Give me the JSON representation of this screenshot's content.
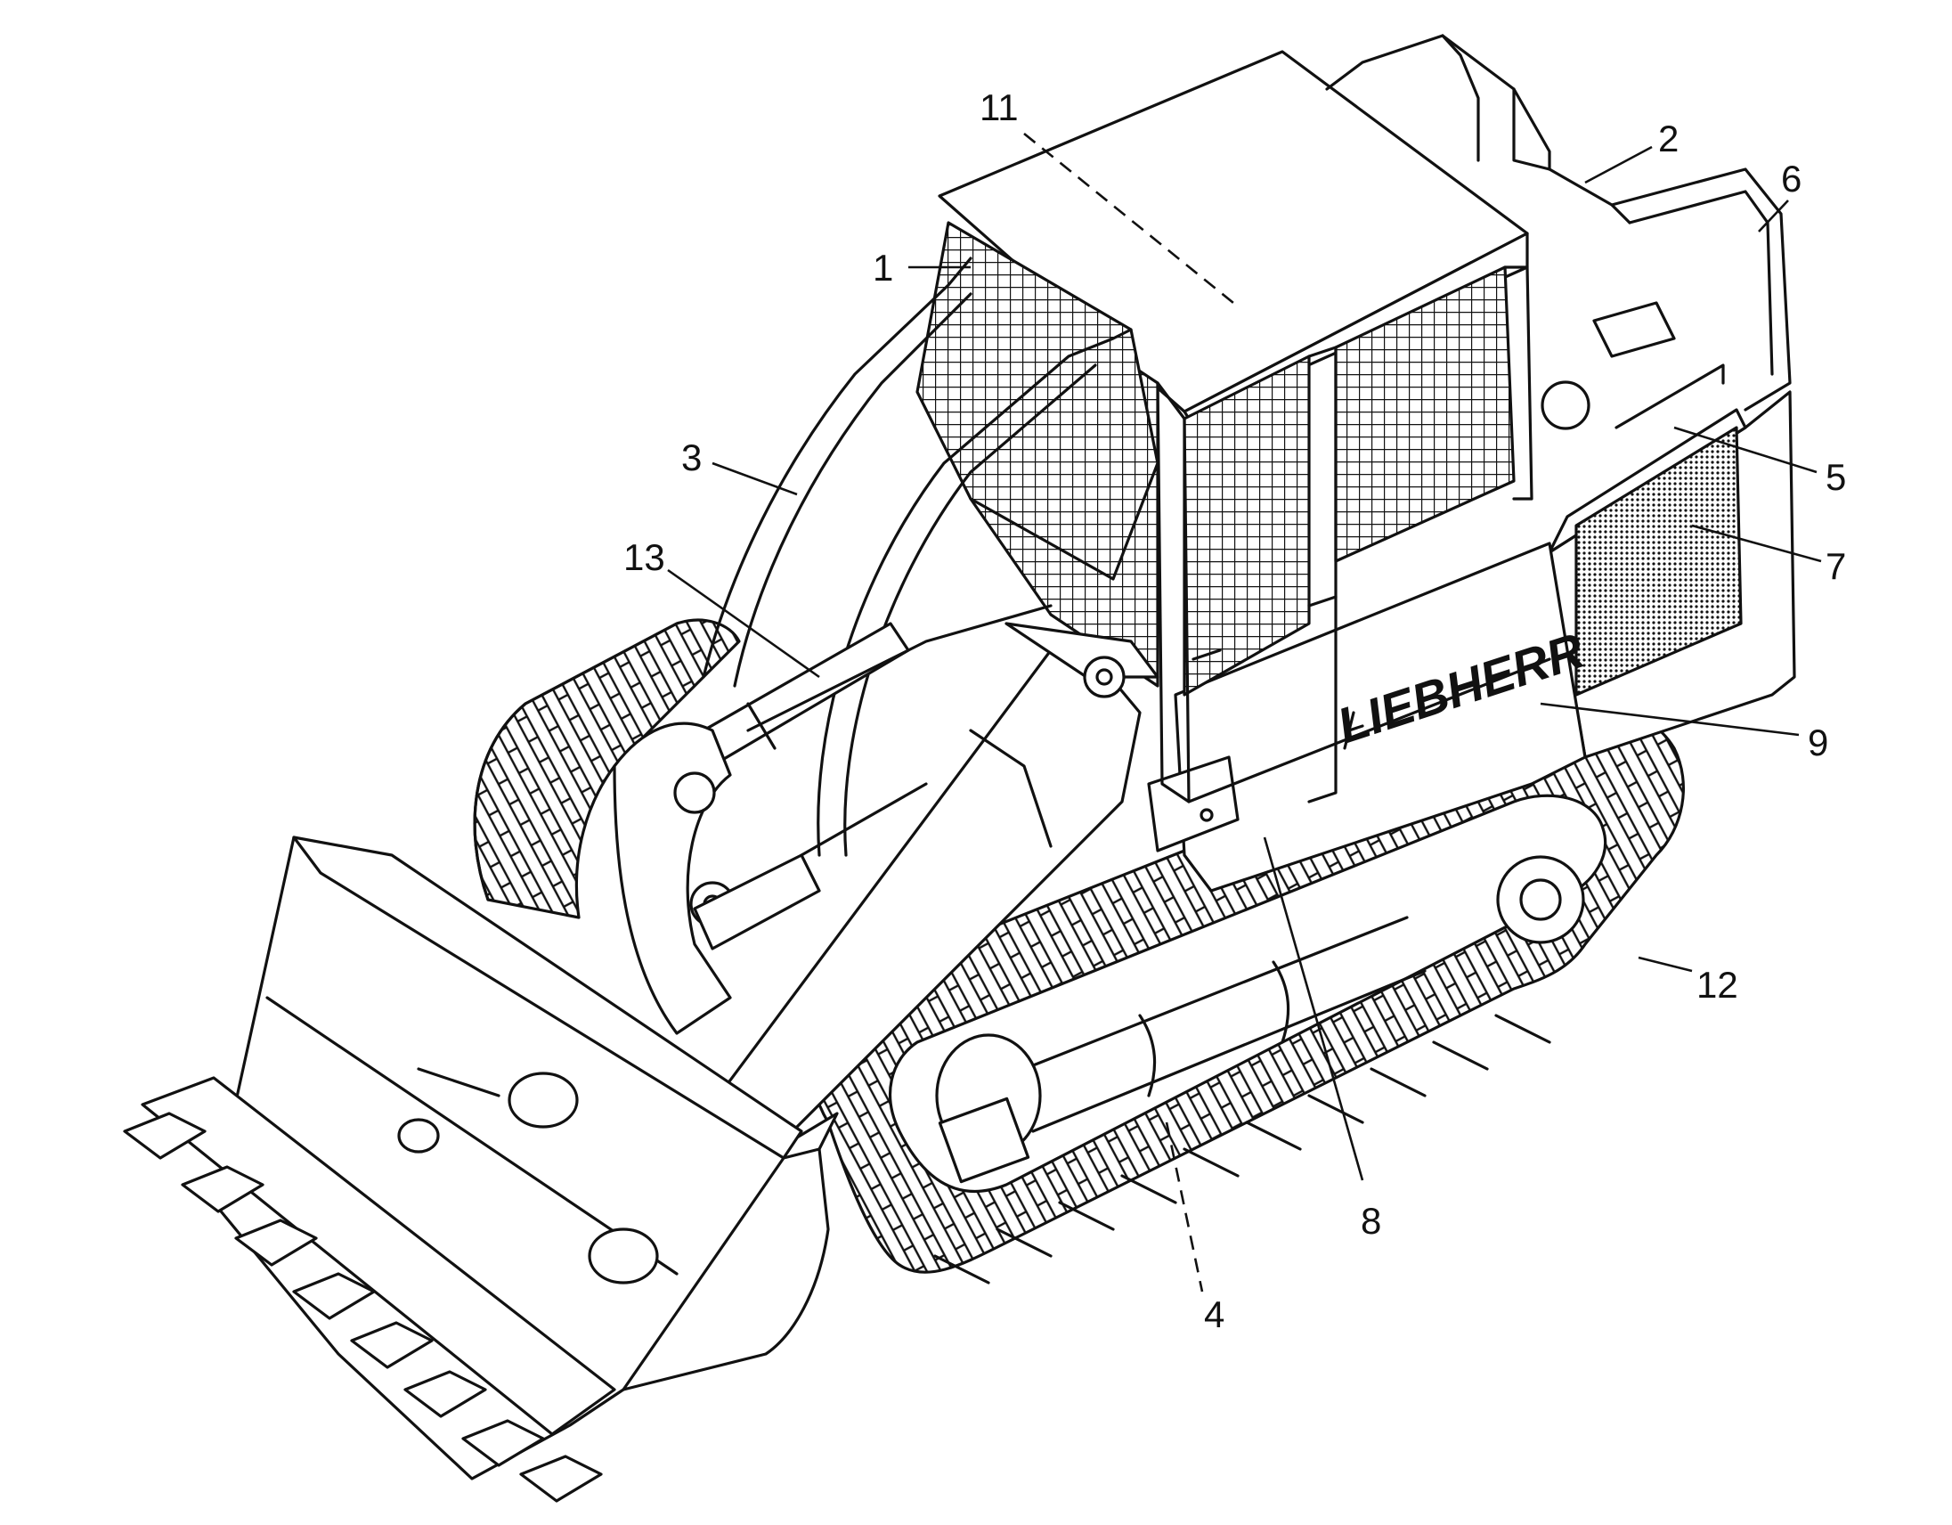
{
  "brand_text": "LIEBHERR",
  "colors": {
    "ink": "#111111",
    "paper": "#ffffff"
  },
  "callouts": [
    "1",
    "2",
    "3",
    "4",
    "5",
    "6",
    "7",
    "8",
    "9",
    "11",
    "12",
    "13"
  ]
}
